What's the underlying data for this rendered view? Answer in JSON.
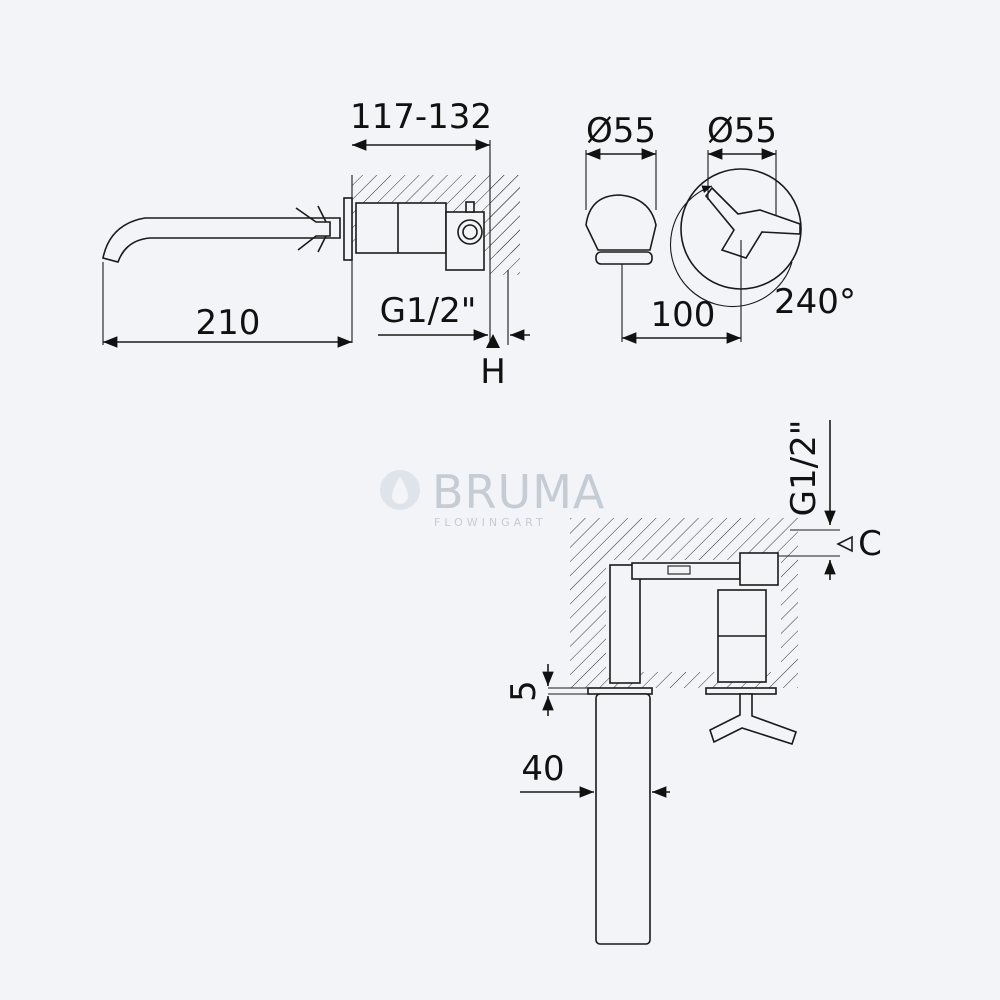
{
  "dimensions": {
    "top_width": "117-132",
    "spout_length": "210",
    "thread_side": "G1/2\"",
    "height_marker": "H",
    "diameter_left": "Ø55",
    "diameter_right": "Ø55",
    "center_distance": "100",
    "rotation": "240°",
    "thread_section": "G1/2\"",
    "clearance_marker": "C",
    "plate_thickness": "5",
    "spout_width": "40"
  },
  "watermark": {
    "brand": "BRUMA",
    "tagline": "FLOWINGART"
  }
}
